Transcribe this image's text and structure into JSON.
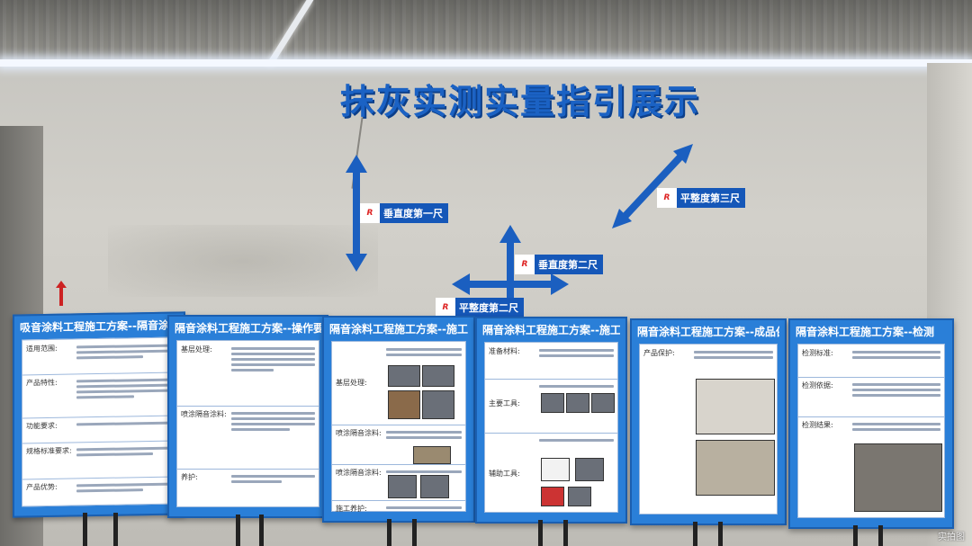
{
  "title": "抹灰实测实量指引展示",
  "labels": {
    "vertical_1": "垂直度第一尺",
    "vertical_2": "垂直度第二尺",
    "flat_2": "平整度第二尺",
    "flat_3": "平整度第三尺",
    "logo_text": "R"
  },
  "boards": [
    {
      "header": "吸音涂料工程施工方案--隔音涂料说明",
      "rows": [
        "适用范围:",
        "产品特性:",
        "功能要求:",
        "规格标准要求:",
        "产品优势:"
      ]
    },
    {
      "header": "隔音涂料工程施工方案--操作要点",
      "rows": [
        "基层处理:",
        "喷涂隔音涂料:",
        "养护:"
      ]
    },
    {
      "header": "隔音涂料工程施工方案--施工流程",
      "rows": [
        "基层处理:",
        "喷涂隔音涂料:",
        "喷涂隔音涂料:",
        "施工养护:"
      ]
    },
    {
      "header": "隔音涂料工程施工方案--施工前准备",
      "rows": [
        "准备材料:",
        "主要工具:",
        "辅助工具:"
      ]
    },
    {
      "header": "隔音涂料工程施工方案--成品保护",
      "rows": [
        "产品保护:"
      ]
    },
    {
      "header": "隔音涂料工程施工方案--检测",
      "rows": [
        "检测标准:",
        "检测依据:",
        "检测结果:"
      ]
    }
  ],
  "watermark": "实拍图",
  "colors": {
    "brand_blue": "#1b62c4",
    "board_blue": "#2a7fd8",
    "label_blue": "#1557b8"
  }
}
